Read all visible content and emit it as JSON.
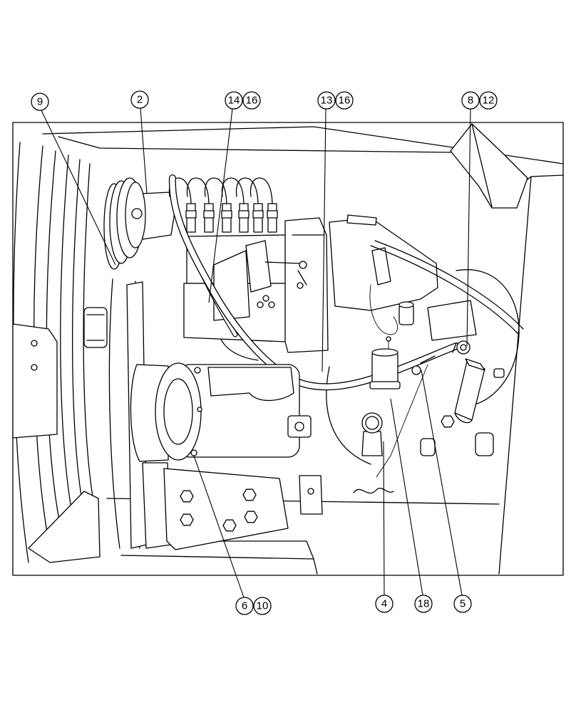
{
  "colors": {
    "line": "#000000",
    "background": "#ffffff"
  },
  "callouts": [
    {
      "label": "9"
    },
    {
      "label": "2"
    },
    {
      "label": "14"
    },
    {
      "label": "16"
    },
    {
      "label": "13"
    },
    {
      "label": "16"
    },
    {
      "label": "8"
    },
    {
      "label": "12"
    },
    {
      "label": "6"
    },
    {
      "label": "10"
    },
    {
      "label": "4"
    },
    {
      "label": "18"
    },
    {
      "label": "5"
    }
  ]
}
